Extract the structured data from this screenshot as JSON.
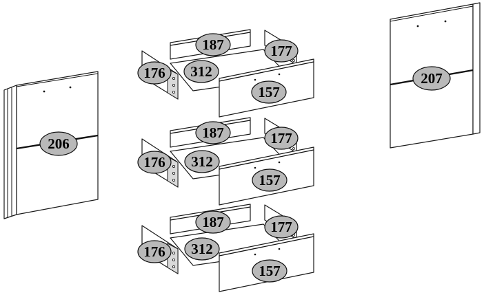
{
  "diagram": {
    "labels": {
      "left_door": "206",
      "right_door": "207",
      "back_panel": "187",
      "side_right": "177",
      "side_left": "176",
      "drawer_bottom": "312",
      "drawer_front": "157"
    },
    "drawers": [
      {
        "back": "187",
        "right": "177",
        "left": "176",
        "bottom": "312",
        "front": "157"
      },
      {
        "back": "187",
        "right": "177",
        "left": "176",
        "bottom": "312",
        "front": "157"
      },
      {
        "back": "187",
        "right": "177",
        "left": "176",
        "bottom": "312",
        "front": "157"
      }
    ]
  }
}
